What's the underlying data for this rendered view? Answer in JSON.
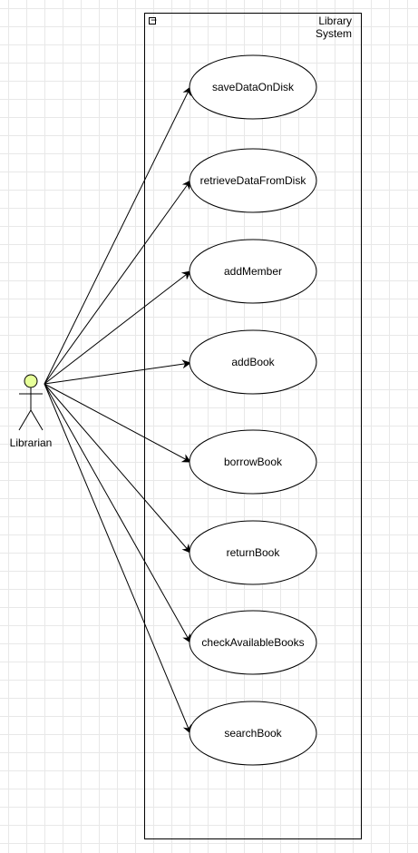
{
  "system": {
    "title_line1": "Library",
    "title_line2": "System",
    "collapse_glyph": "−"
  },
  "actor": {
    "name": "Librarian",
    "head_color": "#e6ff99"
  },
  "use_cases": [
    {
      "label": "saveDataOnDisk"
    },
    {
      "label": "retrieveDataFromDisk"
    },
    {
      "label": "addMember"
    },
    {
      "label": "addBook"
    },
    {
      "label": "borrowBook"
    },
    {
      "label": "returnBook"
    },
    {
      "label": "checkAvailableBooks"
    },
    {
      "label": "searchBook"
    }
  ]
}
